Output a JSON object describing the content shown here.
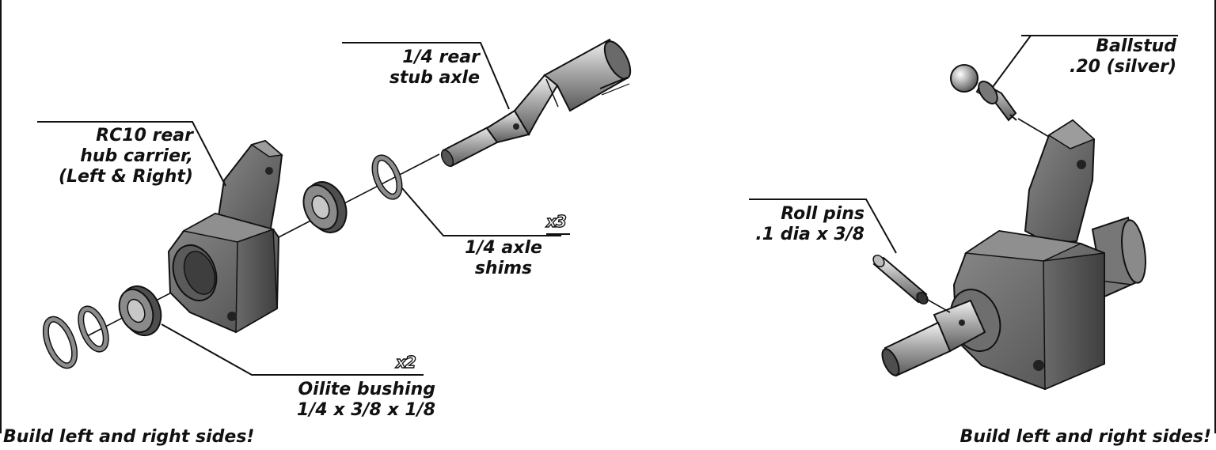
{
  "labels": {
    "stub_axle_line1": "1/4 rear",
    "stub_axle_line2": "stub axle",
    "hub_carrier_line1": "RC10 rear",
    "hub_carrier_line2": "hub carrier,",
    "hub_carrier_line3": "(Left & Right)",
    "shims_qty": "x3",
    "shims_line1": "1/4 axle",
    "shims_line2": "shims",
    "bushing_qty": "x2",
    "bushing_line1": "Oilite bushing",
    "bushing_line2": "1/4 x 3/8 x 1/8",
    "ballstud_line1": "Ballstud",
    "ballstud_line2": ".20 (silver)",
    "rollpins_line1": "Roll pins",
    "rollpins_line2": ".1 dia x 3/8"
  },
  "footer": {
    "left": "Build left and right sides!",
    "right": "Build left and right sides!"
  },
  "colors": {
    "part_fill": "#6b6b6b",
    "part_dark": "#4a4a4a",
    "part_light": "#9a9a9a",
    "steel_light": "#d9d9d9",
    "line": "#111111"
  }
}
